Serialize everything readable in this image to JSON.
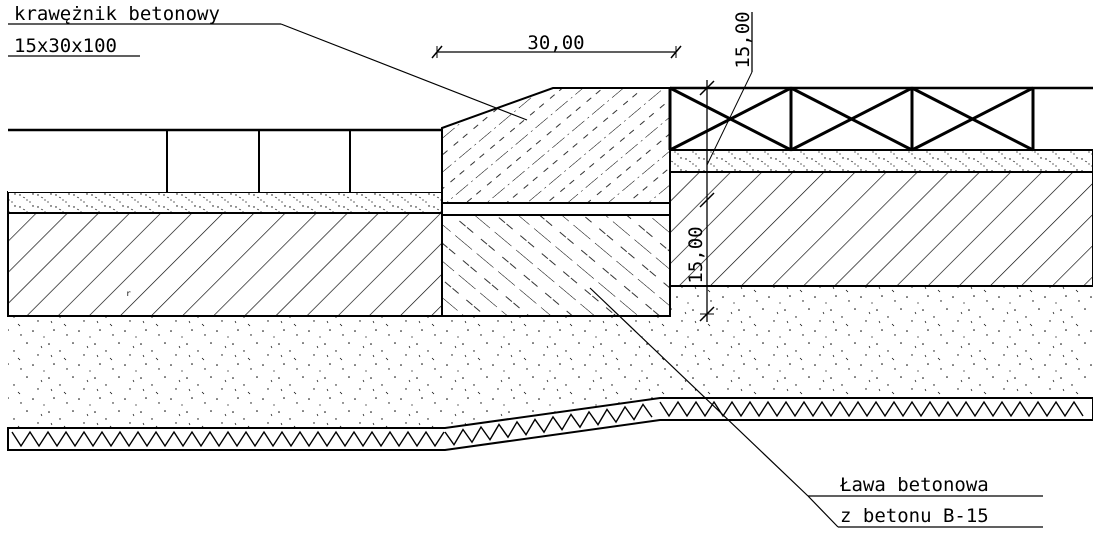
{
  "drawing": {
    "labels": {
      "curb_line1": "krawężnik betonowy",
      "curb_line2": "15x30x100",
      "bench_line1": "Ława betonowa",
      "bench_line2": "z betonu B-15"
    },
    "dimensions": {
      "curb_width": "30,00",
      "top_height": "15,00",
      "bottom_height": "15,00"
    },
    "colors": {
      "ink": "#000000",
      "paper": "#ffffff"
    }
  }
}
